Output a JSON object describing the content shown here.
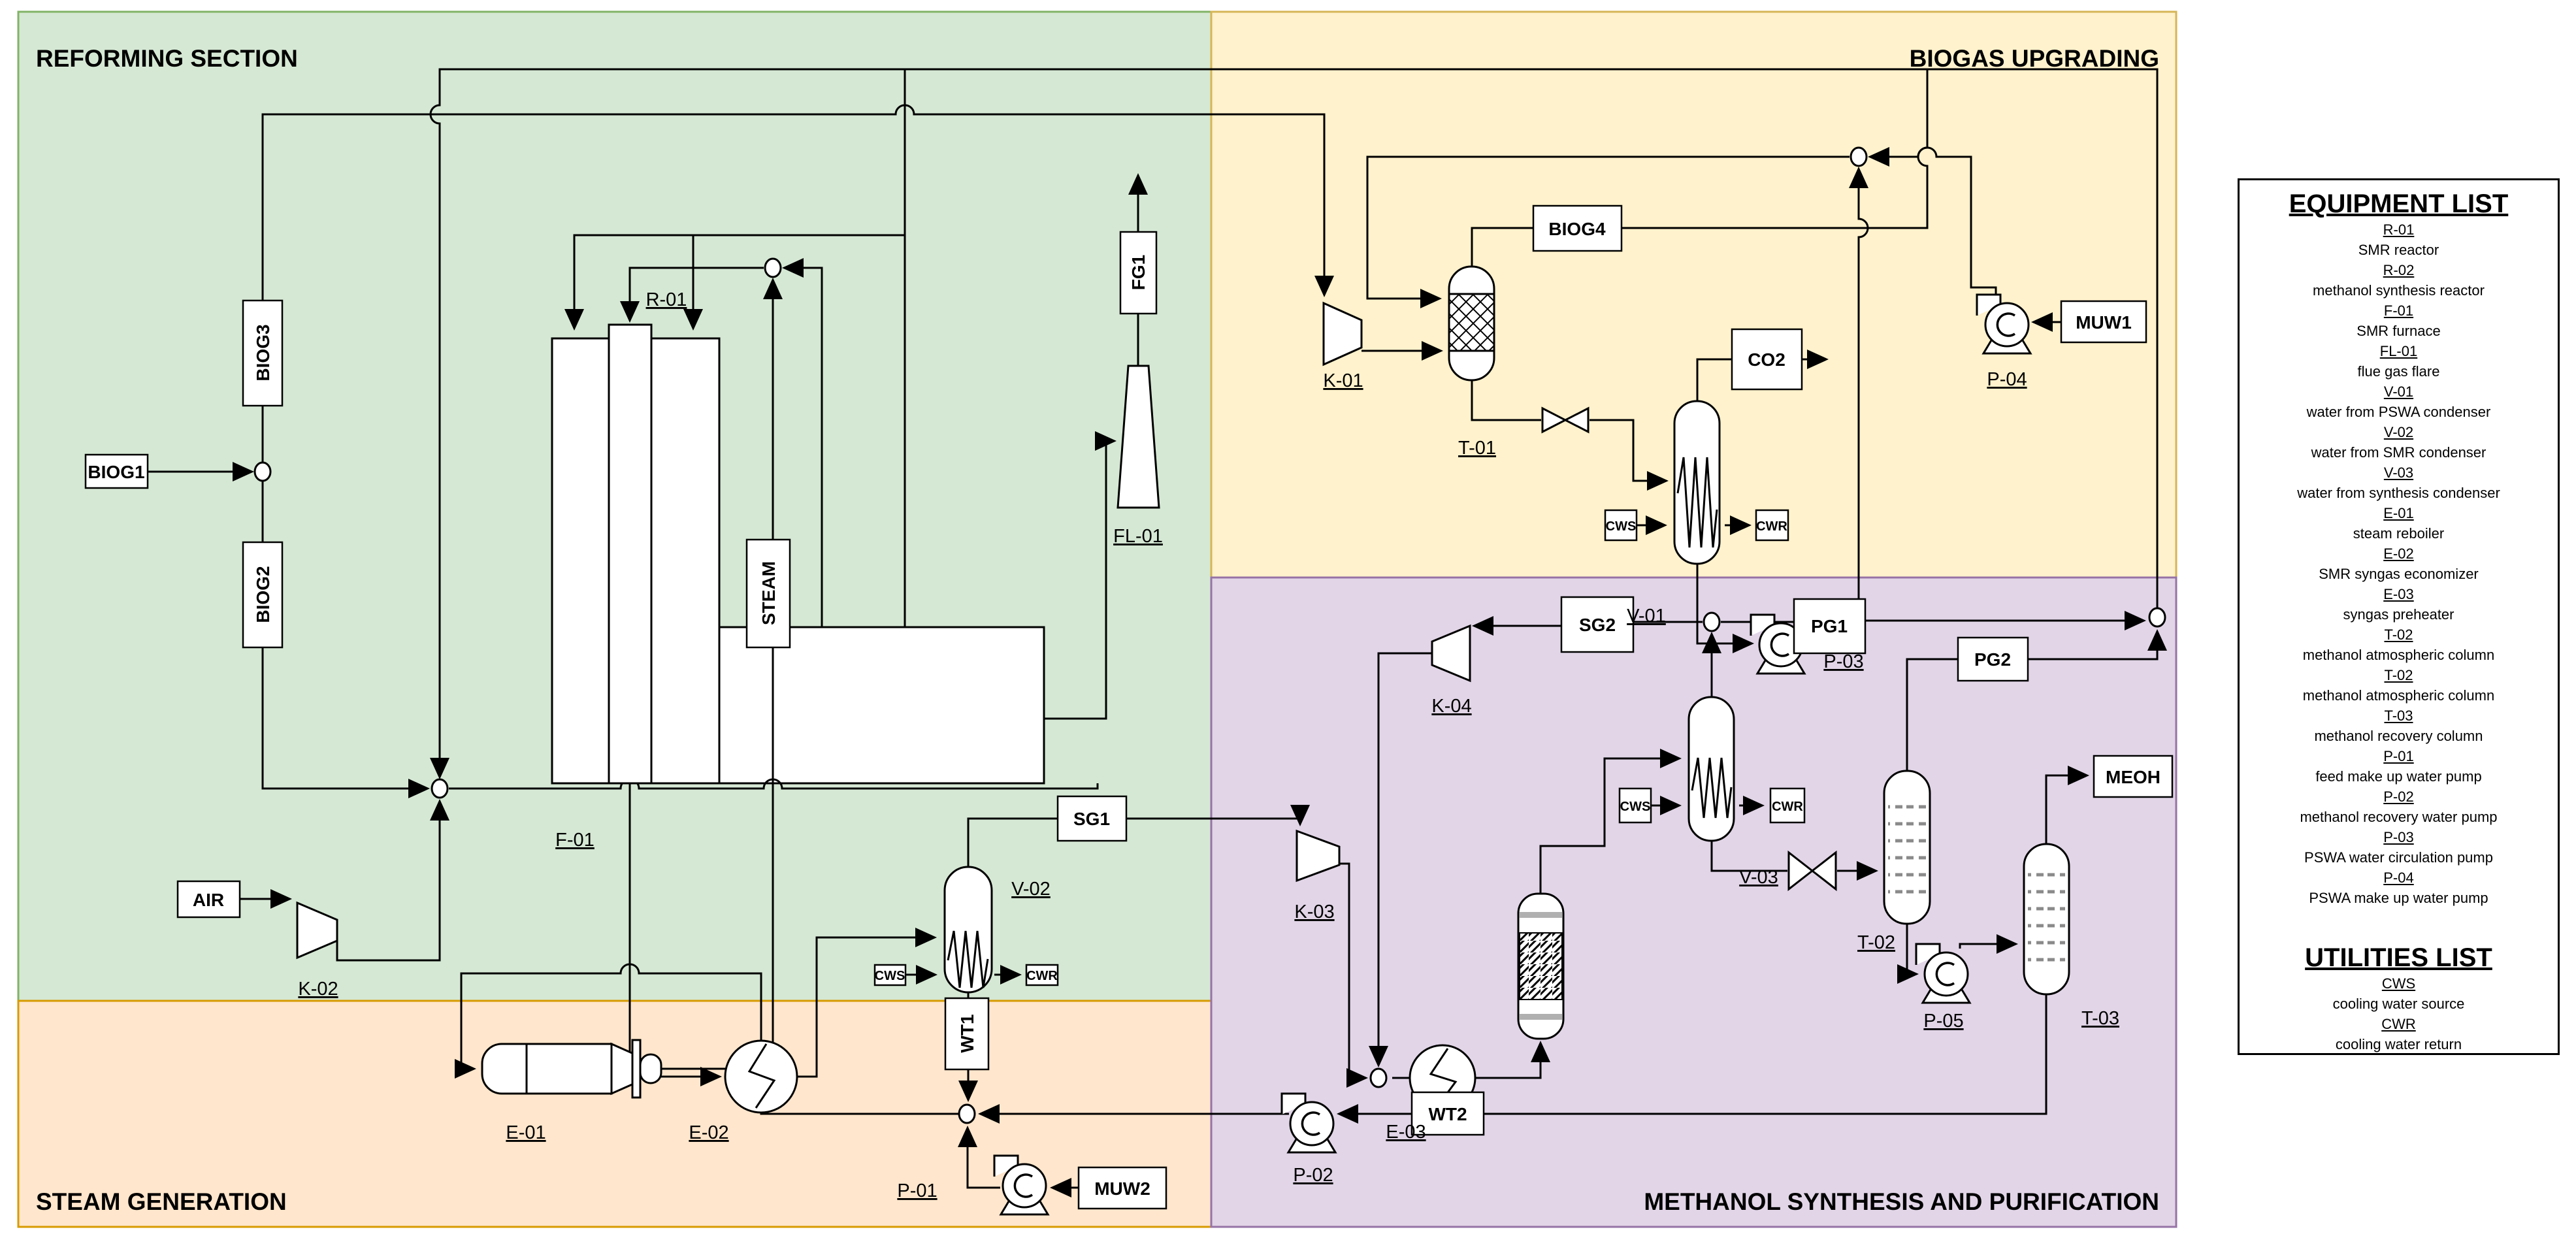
{
  "sections": {
    "reforming": {
      "title": "REFORMING SECTION"
    },
    "biogas_upgrading": {
      "title": "BIOGAS UPGRADING"
    },
    "steam_generation": {
      "title": "STEAM GENERATION"
    },
    "methanol": {
      "title": "METHANOL SYNTHESIS AND PURIFICATION"
    }
  },
  "stream_tags": {
    "biog1": "BIOG1",
    "biog2": "BIOG2",
    "biog3": "BIOG3",
    "biog4": "BIOG4",
    "air": "AIR",
    "steam": "STEAM",
    "fg1": "FG1",
    "sg1": "SG1",
    "sg2": "SG2",
    "pg1": "PG1",
    "pg2": "PG2",
    "co2": "CO2",
    "meoh": "MEOH",
    "wt1": "WT1",
    "wt2": "WT2",
    "muw1": "MUW1",
    "muw2": "MUW2",
    "cws": "CWS",
    "cwr": "CWR"
  },
  "equipment_tags": {
    "r01": "R-01",
    "f01": "F-01",
    "fl01": "FL-01",
    "k01": "K-01",
    "k02": "K-02",
    "k03": "K-03",
    "k04": "K-04",
    "t01": "T-01",
    "t02": "T-02",
    "t03": "T-03",
    "v01": "V-01",
    "v02": "V-02",
    "v03": "V-03",
    "e01": "E-01",
    "e02": "E-02",
    "e03": "E-03",
    "p01": "P-01",
    "p02": "P-02",
    "p03": "P-03",
    "p04": "P-04",
    "p05": "P-05"
  },
  "equipment_list": {
    "title": "EQUIPMENT LIST",
    "items": [
      {
        "code": "R-01",
        "desc": "SMR reactor"
      },
      {
        "code": "R-02",
        "desc": "methanol synthesis reactor"
      },
      {
        "code": "F-01",
        "desc": "SMR furnace"
      },
      {
        "code": "FL-01",
        "desc": "flue gas flare"
      },
      {
        "code": "V-01",
        "desc": "water from PSWA condenser"
      },
      {
        "code": "V-02",
        "desc": "water from SMR condenser"
      },
      {
        "code": "V-03",
        "desc": "water from synthesis condenser"
      },
      {
        "code": "E-01",
        "desc": "steam reboiler"
      },
      {
        "code": "E-02",
        "desc": "SMR syngas economizer"
      },
      {
        "code": "E-03",
        "desc": "syngas preheater"
      },
      {
        "code": "T-02",
        "desc": "methanol atmospheric column"
      },
      {
        "code": "T-02",
        "desc": "methanol atmospheric column"
      },
      {
        "code": "T-03",
        "desc": "methanol recovery column"
      },
      {
        "code": "P-01",
        "desc": "feed make up water pump"
      },
      {
        "code": "P-02",
        "desc": "methanol recovery water pump"
      },
      {
        "code": "P-03",
        "desc": "PSWA water circulation pump"
      },
      {
        "code": "P-04",
        "desc": "PSWA make up water pump"
      }
    ]
  },
  "utilities_list": {
    "title": "UTILITIES LIST",
    "items": [
      {
        "code": "CWS",
        "desc": "cooling water source"
      },
      {
        "code": "CWR",
        "desc": "cooling water return"
      }
    ]
  },
  "colors": {
    "reforming_fill": "#d5e8d4",
    "reforming_border": "#82b366",
    "biogas_fill": "#fff2cc",
    "biogas_border": "#d6b656",
    "steam_fill": "#ffe6cc",
    "steam_border": "#d79b00",
    "methanol_fill": "#e1d5e7",
    "methanol_border": "#9673a6"
  }
}
